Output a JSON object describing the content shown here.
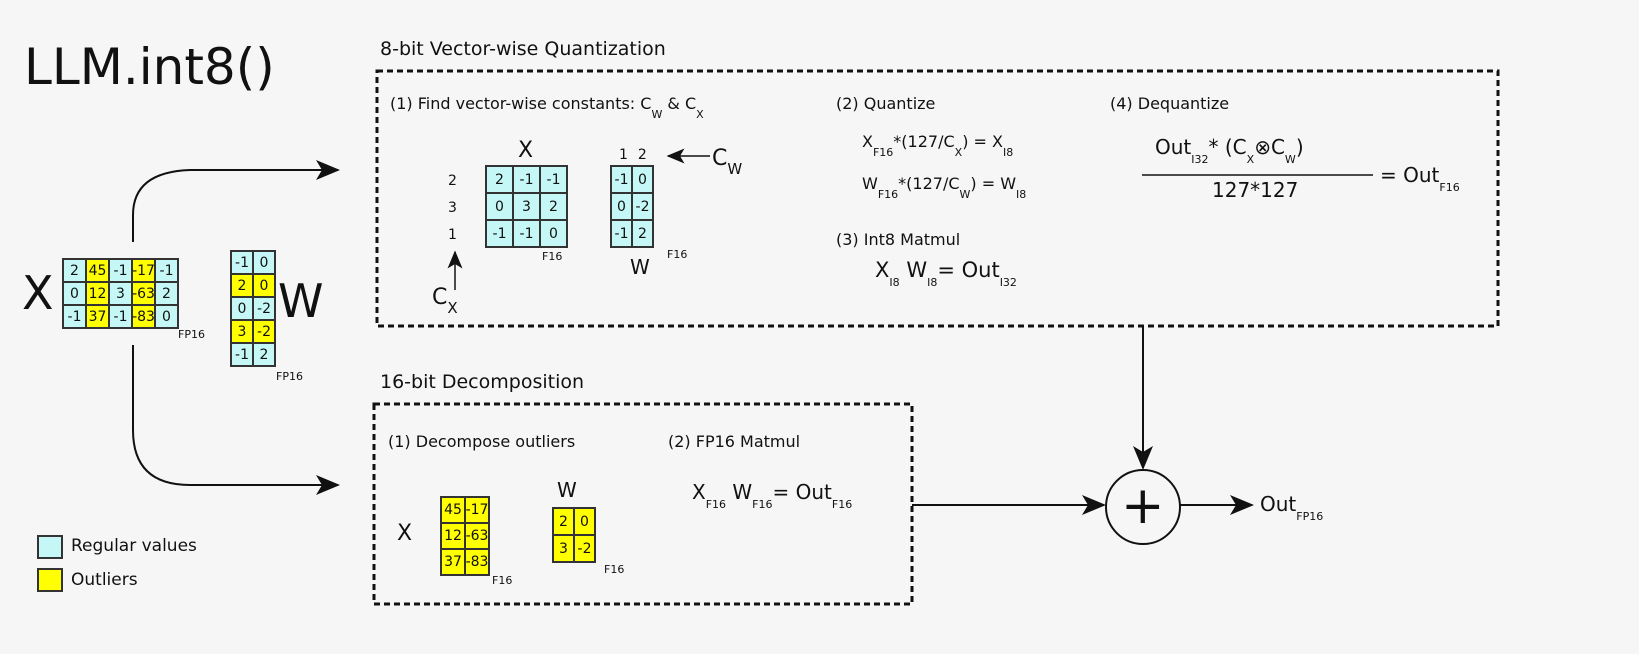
{
  "title": "LLM.int8()",
  "input": {
    "x_label": "X",
    "w_label": "W",
    "fp16": "FP16",
    "x_matrix": [
      [
        2,
        45,
        -1,
        -17,
        -1
      ],
      [
        0,
        12,
        3,
        -63,
        2
      ],
      [
        -1,
        37,
        -1,
        -83,
        0
      ]
    ],
    "x_outlier_cols": [
      1,
      3
    ],
    "w_matrix": [
      [
        -1,
        0
      ],
      [
        2,
        0
      ],
      [
        0,
        -2
      ],
      [
        3,
        -2
      ],
      [
        -1,
        2
      ]
    ],
    "w_outlier_rows": [
      1,
      3
    ]
  },
  "quant": {
    "title": "8-bit Vector-wise Quantization",
    "step1": {
      "label": "(1) Find vector-wise constants: C",
      "sub_w": "W",
      "amp": " & C",
      "sub_x": "X",
      "x_label": "X",
      "x_matrix": [
        [
          2,
          -1,
          -1
        ],
        [
          0,
          3,
          2
        ],
        [
          -1,
          -1,
          0
        ]
      ],
      "row_consts": [
        "2",
        "3",
        "1"
      ],
      "f16": "F16",
      "w_label": "W",
      "w_matrix": [
        [
          -1,
          0
        ],
        [
          0,
          -2
        ],
        [
          -1,
          2
        ]
      ],
      "col_consts": [
        "1",
        "2"
      ],
      "cx": "C",
      "cx_sub": "X",
      "cw": "C",
      "cw_sub": "W"
    },
    "step2": {
      "label": "(2) Quantize",
      "eq1": {
        "a": "X",
        "a_sub": "F16",
        "b": "*(127/C",
        "b_sub": "X",
        "c": ") = X",
        "c_sub": "I8"
      },
      "eq2": {
        "a": "W",
        "a_sub": "F16",
        "b": "*(127/C",
        "b_sub": "W",
        "c": ") = W",
        "c_sub": "I8"
      }
    },
    "step3": {
      "label": "(3) Int8 Matmul",
      "a": "X",
      "a_sub": "I8",
      "b": "W",
      "b_sub": "I8",
      "c": "= Out",
      "c_sub": "I32"
    },
    "step4": {
      "label": "(4) Dequantize",
      "num_a": "Out",
      "num_a_sub": "I32",
      "num_b": "*  (C",
      "num_b_sub": "X",
      "otimes": "⊗",
      "num_c": "C",
      "num_c_sub": "W",
      "num_d": ")",
      "den": "127*127",
      "rhs": "= Out",
      "rhs_sub": "F16"
    }
  },
  "decomp": {
    "title": "16-bit Decomposition",
    "step1": {
      "label": "(1) Decompose outliers",
      "x_label": "X",
      "x_matrix": [
        [
          45,
          -17
        ],
        [
          12,
          -63
        ],
        [
          37,
          -83
        ]
      ],
      "w_label": "W",
      "w_matrix": [
        [
          2,
          0
        ],
        [
          3,
          -2
        ]
      ],
      "f16": "F16"
    },
    "step2": {
      "label": "(2) FP16 Matmul",
      "a": "X",
      "a_sub": "F16",
      "b": "W",
      "b_sub": "F16",
      "c": "= Out",
      "c_sub": "F16"
    }
  },
  "output": {
    "plus": "+",
    "label": "Out",
    "sub": "FP16"
  },
  "legend": [
    {
      "label": "Regular values",
      "color": "#c4f7f5"
    },
    {
      "label": "Outliers",
      "color": "#ffff00"
    }
  ]
}
